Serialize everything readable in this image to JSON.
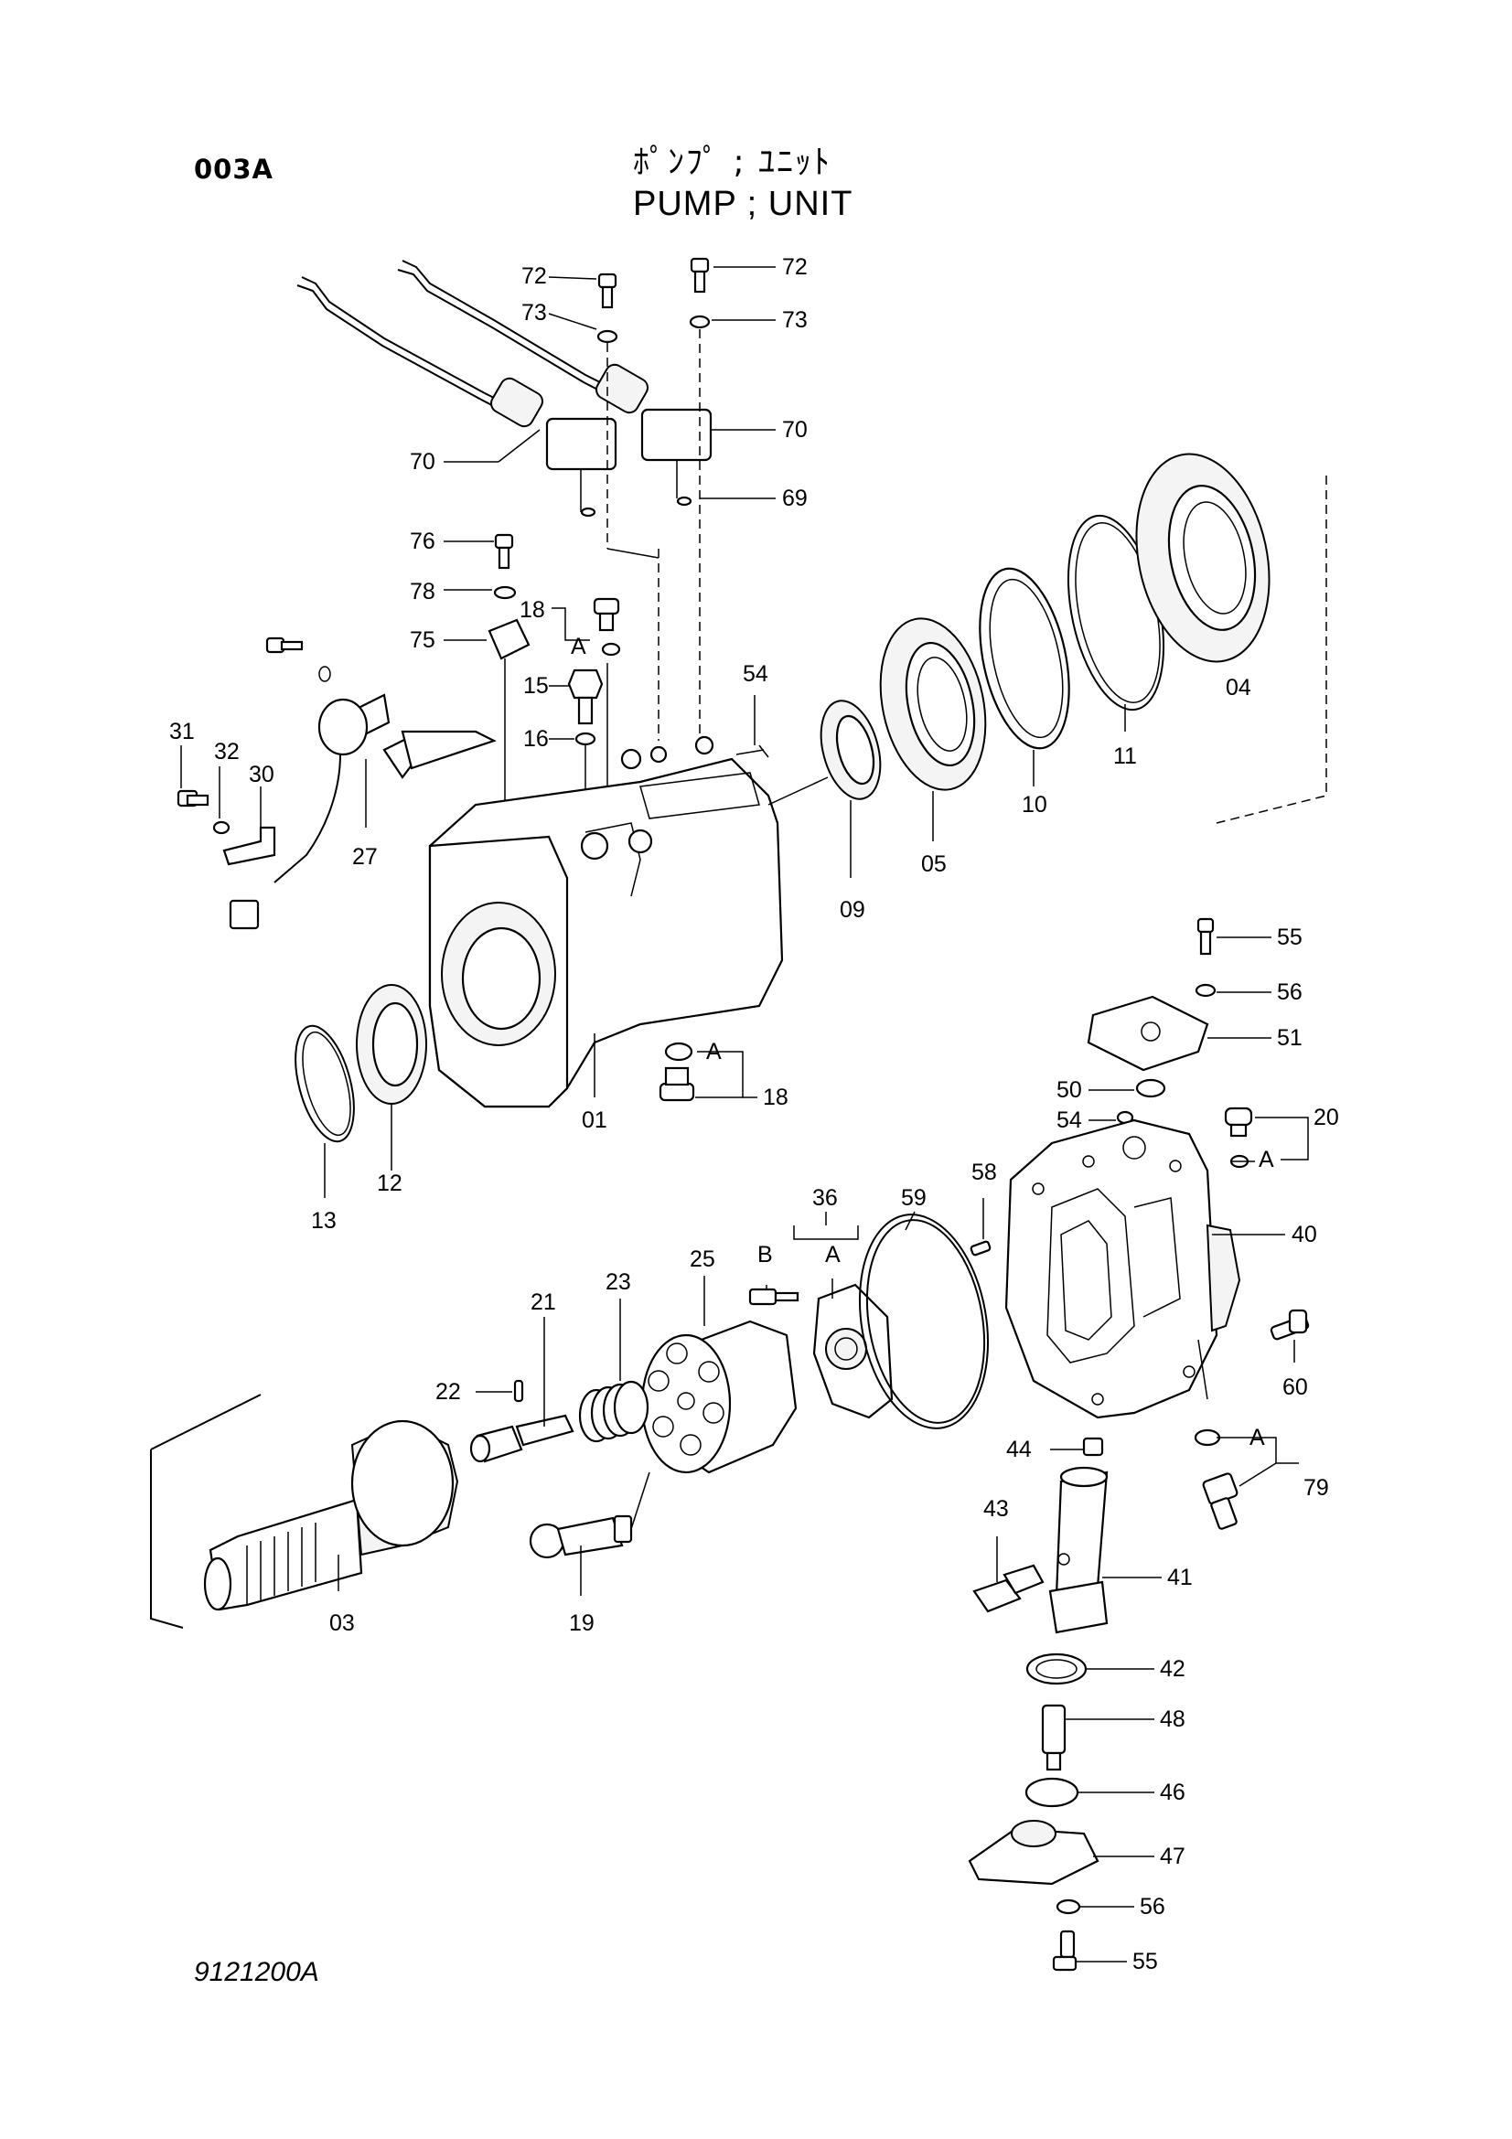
{
  "page_code": "003A",
  "title": {
    "japanese": "ﾎﾟﾝﾌﾟ ; ﾕﾆｯﾄ",
    "english": "PUMP  ; UNIT"
  },
  "footer_code": "9121200A",
  "callouts": [
    "72",
    "73",
    "72",
    "73",
    "70",
    "70",
    "69",
    "76",
    "78",
    "75",
    "18",
    "A",
    "15",
    "16",
    "54",
    "31",
    "32",
    "30",
    "27",
    "04",
    "11",
    "10",
    "05",
    "09",
    "01",
    "A",
    "18",
    "13",
    "12",
    "55",
    "56",
    "51",
    "50",
    "54",
    "20",
    "A",
    "40",
    "36",
    "B",
    "A",
    "59",
    "58",
    "25",
    "23",
    "21",
    "22",
    "60",
    "A",
    "79",
    "44",
    "43",
    "41",
    "03",
    "19",
    "42",
    "48",
    "46",
    "47",
    "56",
    "55"
  ]
}
